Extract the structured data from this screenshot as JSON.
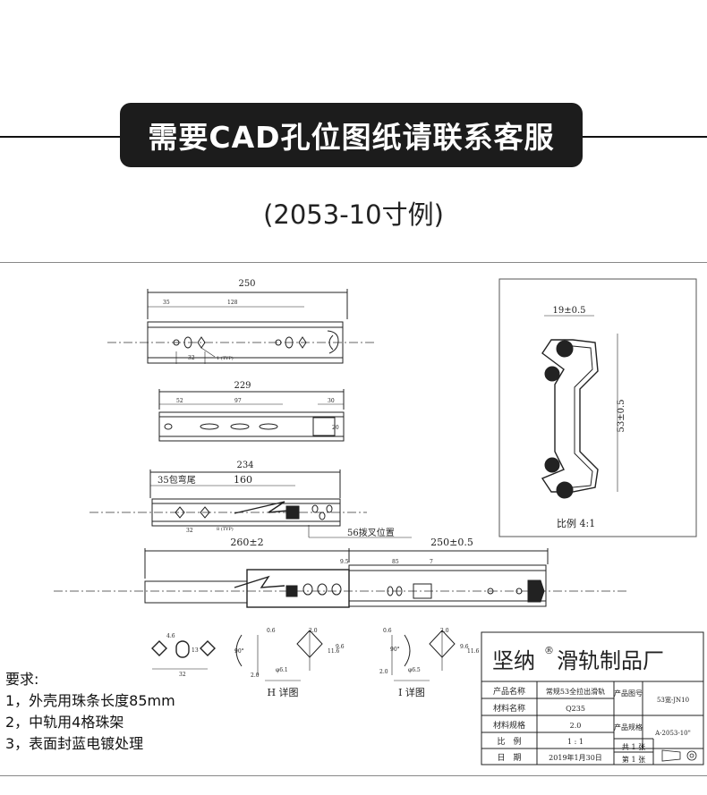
{
  "banner": {
    "text": "需要CAD孔位图纸请联系客服"
  },
  "subtitle": "(2053-10寸例)",
  "views": {
    "outer": {
      "total": "250",
      "d1": "35",
      "d2": "128",
      "d3": "32",
      "note": "1 (TYP)"
    },
    "middle": {
      "total": "229",
      "d1": "52",
      "d2": "97",
      "d3": "30",
      "d4": "20"
    },
    "inner": {
      "total": "234",
      "d1": "35包弯尾",
      "d2": "160",
      "d3": "32",
      "note": "8 (TYP)",
      "fork": "56拨叉位置"
    },
    "assembly": {
      "left": "260±2",
      "right": "250±0.5",
      "a": "9.5",
      "b": "85",
      "c": "7"
    },
    "section": {
      "w": "19±0.5",
      "h": "53±0.5",
      "scale": "比例 4:1"
    }
  },
  "details": {
    "h": {
      "title": "H 详图",
      "a": "0.6",
      "b": "2.0",
      "c": "2.0",
      "d": "90°",
      "e": "9.6",
      "f": "11.6",
      "g": "φ6.1"
    },
    "i": {
      "title": "I 详图",
      "a": "0.6",
      "b": "2.0",
      "c": "2.0",
      "d": "90°",
      "e": "9.6",
      "f": "11.6",
      "g": "φ6.5"
    },
    "slot": {
      "a": "4.6",
      "b": "13",
      "c": "32"
    }
  },
  "title_block": {
    "company": "坚纳",
    "reg": "®",
    "company2": "滑轨制品厂",
    "rows": [
      {
        "label": "产品名称",
        "value": "常规53全拉出滑轨"
      },
      {
        "label": "材料名称",
        "value": "Q235"
      },
      {
        "label": "材料规格",
        "value": "2.0"
      },
      {
        "label": "比　例",
        "value": "1 : 1"
      },
      {
        "label": "日　期",
        "value": "2019年1月30日"
      }
    ],
    "fig_no_label": "产品图号",
    "fig_no_value": "53宽-JN10",
    "spec_label": "产品规格",
    "spec_value": "A-2053-10\"",
    "total": "共 1 张",
    "sheet": "第 1 张"
  },
  "requirements": {
    "title": "要求:",
    "items": [
      "1，外壳用珠条长度85mm",
      "2，中轨用4格珠架",
      "3，表面封蓝电镀处理"
    ]
  }
}
